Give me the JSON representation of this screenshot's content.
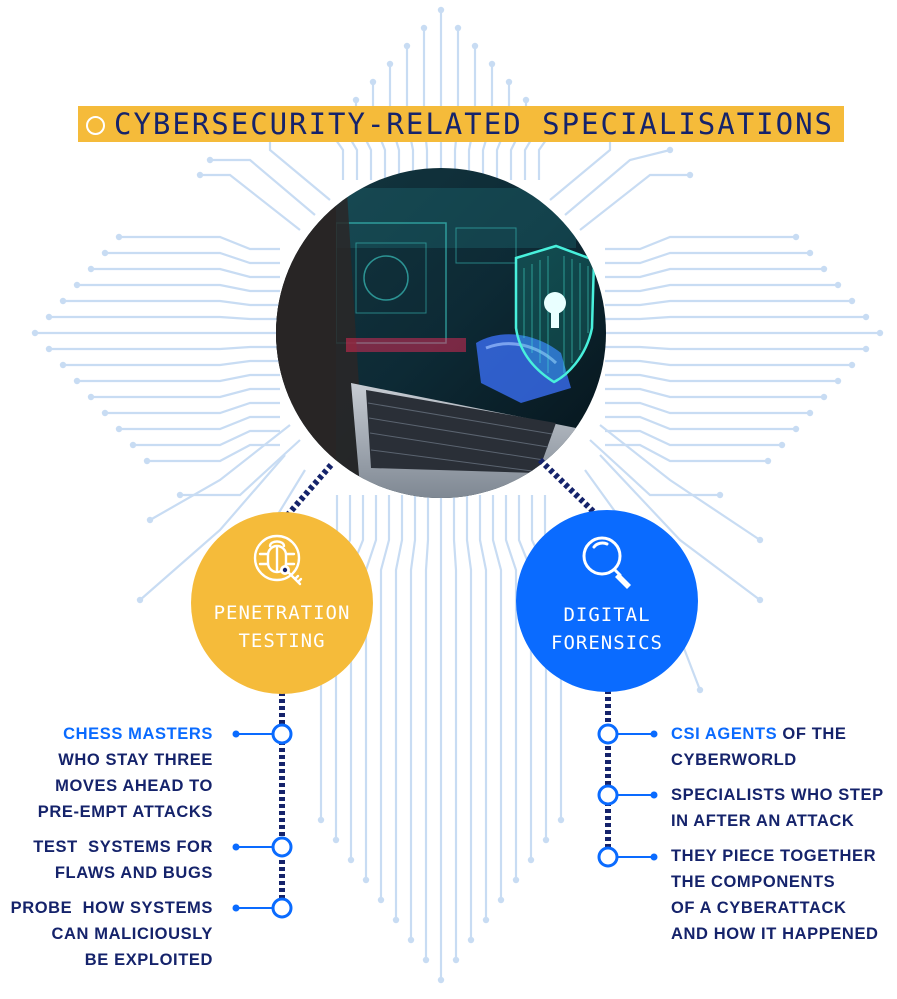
{
  "title": "CYBERSECURITY-RELATED SPECIALISATIONS",
  "colors": {
    "navy": "#15236b",
    "yellow": "#f5bb3a",
    "blue": "#0a6bff",
    "circuit": "#c8dcf3"
  },
  "left": {
    "label_line1": "PENETRATION",
    "label_line2": "TESTING",
    "icon": "bug-key-icon",
    "items": [
      {
        "highlight": "CHESS MASTERS",
        "lines": [
          "WHO STAY THREE",
          "MOVES AHEAD TO",
          "PRE-EMPT ATTACKS"
        ]
      },
      {
        "lines": [
          "TEST  SYSTEMS FOR",
          "FLAWS AND BUGS"
        ]
      },
      {
        "lines": [
          "PROBE  HOW SYSTEMS",
          "CAN MALICIOUSLY",
          "BE EXPLOITED"
        ]
      }
    ]
  },
  "right": {
    "label_line1": "DIGITAL",
    "label_line2": "FORENSICS",
    "icon": "magnifier-icon",
    "items": [
      {
        "highlight": "CSI AGENTS",
        "rest": " OF THE",
        "lines": [
          "CYBERWORLD"
        ]
      },
      {
        "lines": [
          "SPECIALISTS WHO STEP",
          "IN AFTER AN ATTACK"
        ]
      },
      {
        "lines": [
          "THEY PIECE TOGETHER",
          "THE COMPONENTS",
          "OF A CYBERATTACK",
          "AND HOW IT HAPPENED"
        ]
      }
    ]
  },
  "photo": "laptop-security-shield-photo"
}
